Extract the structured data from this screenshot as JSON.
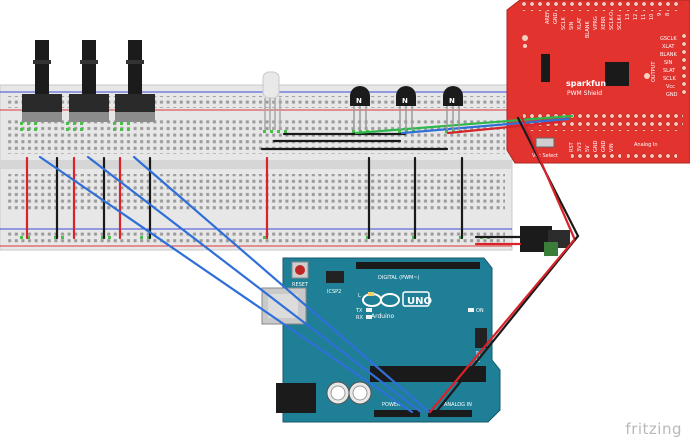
{
  "app": {
    "watermark": "fritzing"
  },
  "shield": {
    "brand": "sparkfun",
    "name": "PWM Shield",
    "top_pins": [
      "AREF",
      "GND",
      "SCLK",
      "SIN",
      "XLAT",
      "BLANK",
      "VPRG",
      "XERR",
      "SCLK-O",
      "SCLK-I",
      "13",
      "12",
      "11",
      "10",
      "9",
      "8"
    ],
    "right_labels": [
      "GSCLK",
      "XLAT",
      "BLANK",
      "SIN",
      "SLAT",
      "SCLK",
      "Vcc",
      "GND"
    ],
    "side_label": "OUTPUT",
    "bottom_left": [
      "RST",
      "3V3",
      "5V",
      "GND",
      "GND",
      "VIN"
    ],
    "bottom_right_header": "Analog In",
    "vcc_select": "Vcc Select"
  },
  "arduino": {
    "logo_text": "UNO",
    "sub_text": "Arduino",
    "reset_label": "RESET",
    "icsp_label": "ICSP2",
    "icsp1_label": "ICSP",
    "tx_label": "TX",
    "rx_label": "RX",
    "l_label": "L",
    "on_label": "ON",
    "digital_label": "DIGITAL (PWM~)",
    "analog_label": "ANALOG IN",
    "power_label": "POWER"
  },
  "parts": {
    "transistor_label": "N",
    "transistor_count": 3,
    "potentiometer_count": 3
  },
  "colors": {
    "wire_blue": "#2f6fd8",
    "wire_red": "#d8232a",
    "wire_black": "#1a1a1a",
    "wire_green": "#2db84b",
    "shield_red": "#e3332f",
    "arduino_teal": "#1f7f96"
  }
}
